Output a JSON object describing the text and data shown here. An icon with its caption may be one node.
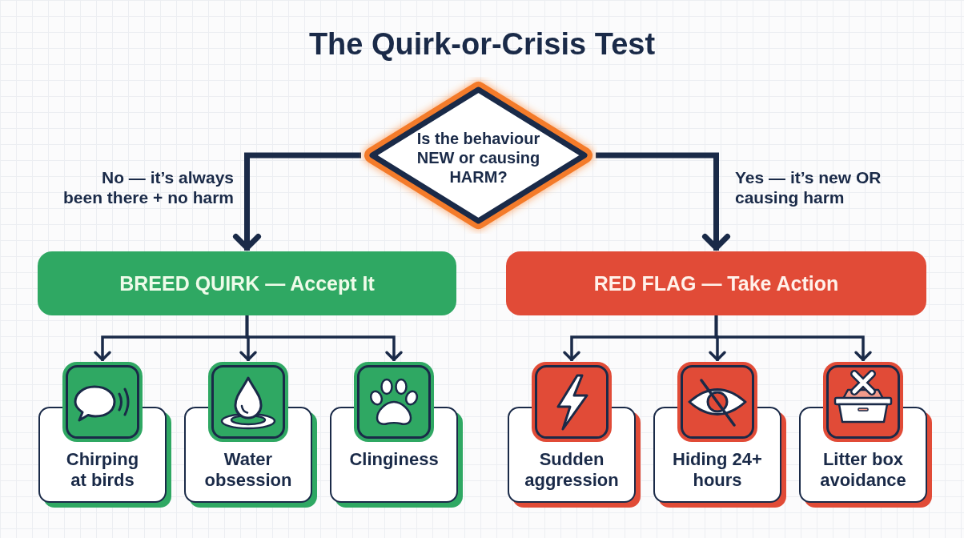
{
  "diagram": {
    "title": "The Quirk-or-Crisis Test",
    "nodes": [
      {
        "text": [
          "Is the behaviour NEW or causing HARM?"
        ]
      },
      {
        "text": [
          "BREED QUIRK — Accept It"
        ]
      },
      {
        "text": [
          "RED FLAG — Take Action"
        ]
      },
      {
        "text": [
          "Chirping at birds"
        ]
      },
      {
        "text": [
          "Water obsession"
        ]
      },
      {
        "text": [
          "Clinginess"
        ]
      },
      {
        "text": [
          "Sudden aggression"
        ]
      },
      {
        "text": [
          "Hiding 24+ hours"
        ]
      },
      {
        "text": [
          "Litter box avoidance"
        ]
      }
    ],
    "edges": [
      {
        "from": 0,
        "to": 1,
        "arrow": "to",
        "label": "No — it’s always been there + no harm",
        "style": "thick"
      },
      {
        "from": 0,
        "to": 2,
        "arrow": "to",
        "label": "Yes — it’s new OR causing harm",
        "style": "thick"
      },
      {
        "from": 1,
        "to": 3,
        "arrow": "to"
      },
      {
        "from": 1,
        "to": 4,
        "arrow": "to"
      },
      {
        "from": 1,
        "to": 5,
        "arrow": "to"
      },
      {
        "from": 2,
        "to": 6,
        "arrow": "to"
      },
      {
        "from": 2,
        "to": 7,
        "arrow": "to"
      },
      {
        "from": 2,
        "to": 8,
        "arrow": "to"
      }
    ]
  }
}
